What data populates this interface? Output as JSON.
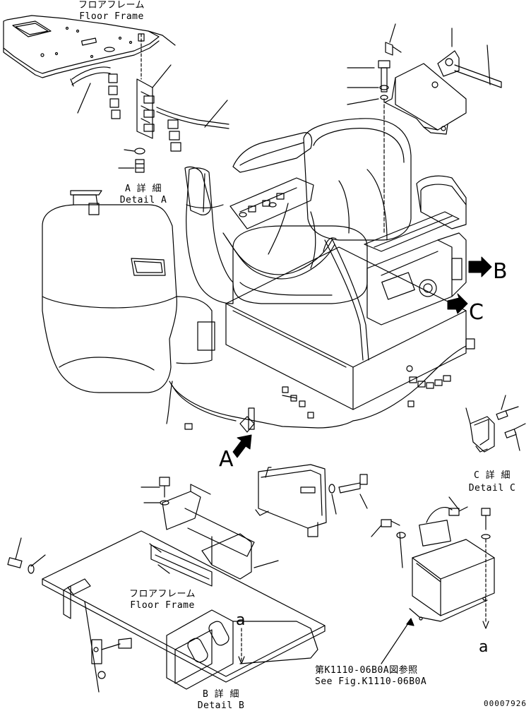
{
  "labels": {
    "floor_frame_top_jp": "フロアフレーム",
    "floor_frame_top_en": "Floor Frame",
    "detail_a_jp": "A 詳 細",
    "detail_a_en": "Detail A",
    "detail_b_jp": "B 詳 細",
    "detail_b_en": "Detail B",
    "detail_c_jp": "C 詳 細",
    "detail_c_en": "Detail C",
    "floor_frame_bottom_jp": "フロアフレーム",
    "floor_frame_bottom_en": "Floor Frame",
    "ref_jp": "第K1110-06B0A図参照",
    "ref_en": "See Fig.K1110-06B0A",
    "doc_number": "00007926"
  },
  "callouts": {
    "arrow_a": "A",
    "arrow_b": "B",
    "arrow_c": "C",
    "link_a_top": "a",
    "link_a_bottom": "a"
  }
}
